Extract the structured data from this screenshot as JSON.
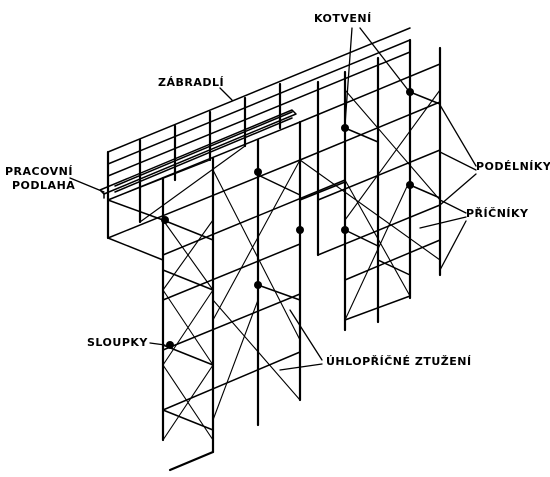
{
  "labels": {
    "kotveni": "KOTVENÍ",
    "zabradli": "ZÁBRADLÍ",
    "pracovni_line1": "PRACOVNÍ",
    "pracovni_line2": "PODLAHA",
    "podelniky": "PODÉLNÍKY",
    "pricniky": "PŘÍČNÍKY",
    "sloupky": "SLOUPKY",
    "uhloprcne": "ÚHLOPŘÍČNÉ ZTUŽENÍ"
  },
  "colors": {
    "ink": "#000000",
    "background": "#ffffff"
  }
}
